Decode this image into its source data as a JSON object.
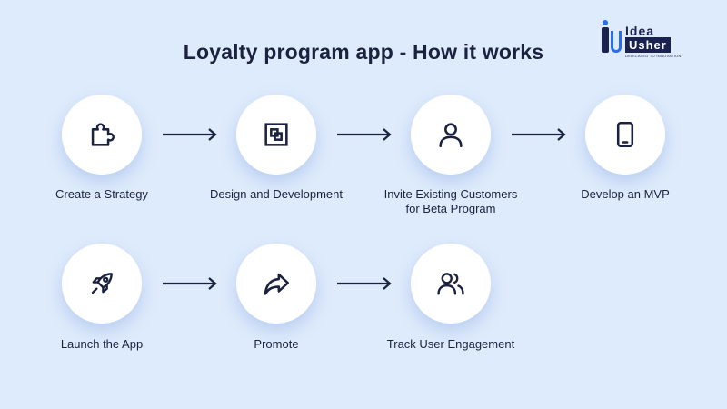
{
  "title": "Loyalty program app - How it works",
  "logo": {
    "top_word": "Idea",
    "bottom_word": "Usher",
    "tagline": "DEDICATED TO INNOVATION"
  },
  "steps": [
    {
      "label_line1": "Create a Strategy",
      "label_line2": "",
      "icon": "puzzle-icon"
    },
    {
      "label_line1": "Design and Development",
      "label_line2": "",
      "icon": "design-frame-icon"
    },
    {
      "label_line1": "Invite Existing Customers",
      "label_line2": "for Beta Program",
      "icon": "user-icon"
    },
    {
      "label_line1": "Develop an MVP",
      "label_line2": "",
      "icon": "mobile-phone-icon"
    },
    {
      "label_line1": "Launch the App",
      "label_line2": "",
      "icon": "rocket-icon"
    },
    {
      "label_line1": "Promote",
      "label_line2": "",
      "icon": "share-arrow-icon"
    },
    {
      "label_line1": "Track User Engagement",
      "label_line2": "",
      "icon": "users-icon"
    }
  ],
  "colors": {
    "background": "#deebfc",
    "text": "#1b2240",
    "accent": "#2a6cf0",
    "circle": "#ffffff"
  }
}
